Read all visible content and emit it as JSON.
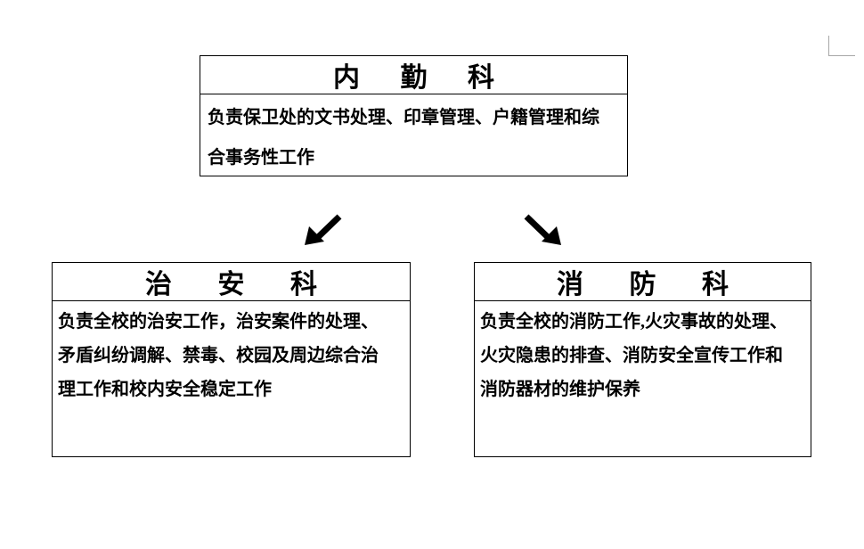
{
  "page": {
    "background_color": "#ffffff",
    "ink_color": "#000000",
    "guide_color": "#a6a6a6"
  },
  "corner_mark": {
    "name": "page-corner-mark"
  },
  "boxes": {
    "top": {
      "title": "内 勤 科",
      "lines": [
        "负责保卫处的文书处理、印章管理、户籍管理和综",
        "合事务性工作"
      ]
    },
    "left": {
      "title": "治 安 科",
      "lines": [
        "负责全校的治安工作，治安案件的处理、",
        "矛盾纠纷调解、禁毒、校园及周边综合治",
        "理工作和校内安全稳定工作"
      ]
    },
    "right": {
      "title": "消 防 科",
      "lines": [
        "负责全校的消防工作,火灾事故的处理、",
        "火灾隐患的排查、消防安全宣传工作和",
        "消防器材的维护保养"
      ]
    }
  },
  "arrows": [
    {
      "name": "arrow-to-left-box",
      "direction": "down-left"
    },
    {
      "name": "arrow-to-right-box",
      "direction": "down-right"
    }
  ]
}
